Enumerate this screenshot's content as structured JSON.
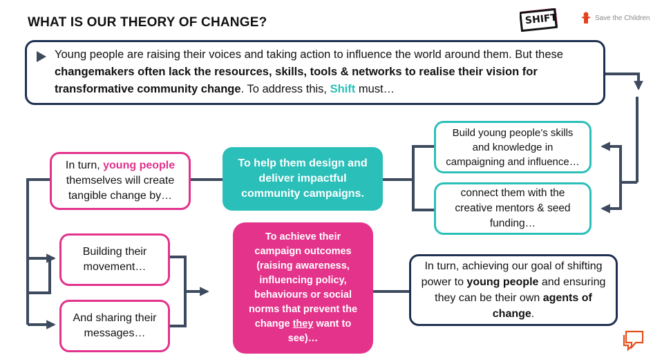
{
  "title": "WHAT IS OUR THEORY OF CHANGE?",
  "logos": {
    "shift": "SHIFT",
    "save_the_children": "Save the Children"
  },
  "intro": {
    "part1": "Young people are raising their voices and taking action to influence the world around them. But these ",
    "bold": "changemakers often lack the resources, skills, tools & networks to realise their vision for transformative community change",
    "part2": ". To address this, ",
    "shift": "Shift",
    "part3": " must…"
  },
  "build": "Build young people’s skills and knowledge in campaigning and influence…",
  "connect": "connect them with the creative mentors & seed funding…",
  "help": "To help them design and deliver impactful community campaigns.",
  "in_turn": {
    "part1": "In turn, ",
    "highlight": "young people",
    "part2": " themselves will create tangible change by…"
  },
  "building": "Building their movement…",
  "sharing": "And sharing their messages…",
  "achieve": {
    "part1": "To achieve their campaign outcomes (raising awareness, influencing policy, behaviours or social norms that prevent the change ",
    "underlined": "they",
    "part2": " want to see)…"
  },
  "goal": {
    "part1": "In turn, achieving our goal of shifting power to ",
    "bold1": "young people",
    "part2": " and ensuring they can be their own ",
    "bold2": "agents of change",
    "part3": "."
  },
  "colors": {
    "navy": "#1e3050",
    "teal": "#2bbfb9",
    "pink": "#e2318c",
    "connector": "#3d4a5e"
  },
  "icons": [
    "play-triangle-icon",
    "speech-bubble-icon",
    "child-logo-icon"
  ]
}
